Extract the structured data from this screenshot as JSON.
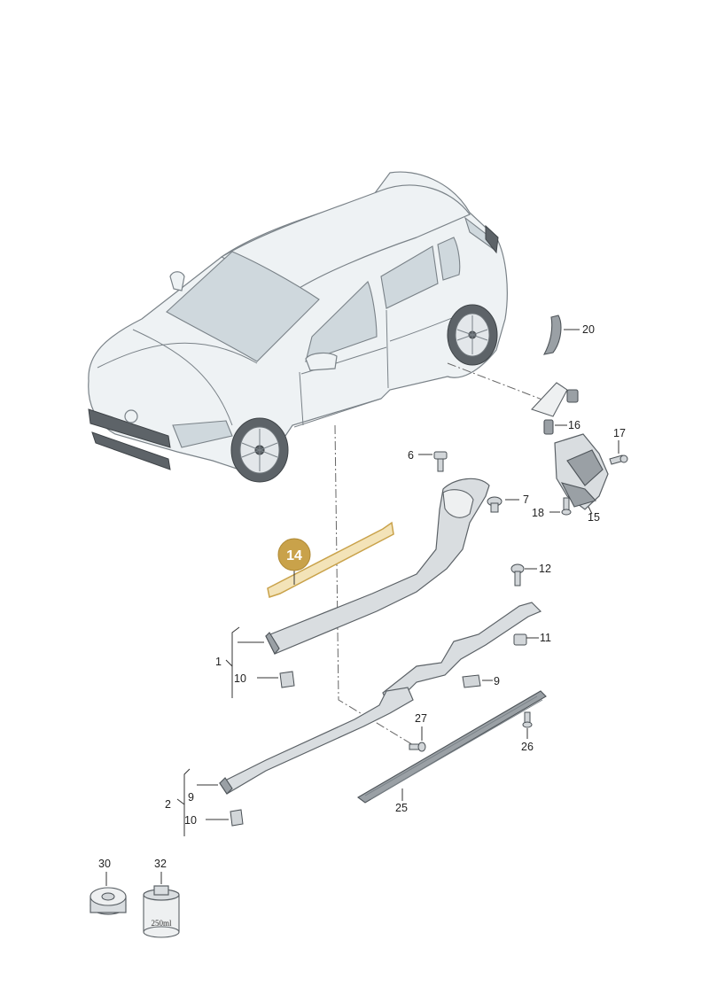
{
  "highlighted_part": "14",
  "labels": {
    "p1": "1",
    "p2": "2",
    "p6": "6",
    "p7": "7",
    "p9a": "9",
    "p9b": "9",
    "p10a": "10",
    "p10b": "10",
    "p11": "11",
    "p12": "12",
    "p14": "14",
    "p15": "15",
    "p16": "16",
    "p17": "17",
    "p18": "18",
    "p20": "20",
    "p25": "25",
    "p26": "26",
    "p27": "27",
    "p30": "30",
    "p32": "32"
  },
  "can_label": "250ml",
  "colors": {
    "highlight": "#c9a24a",
    "highlight_fill": "#f3e3b8"
  }
}
